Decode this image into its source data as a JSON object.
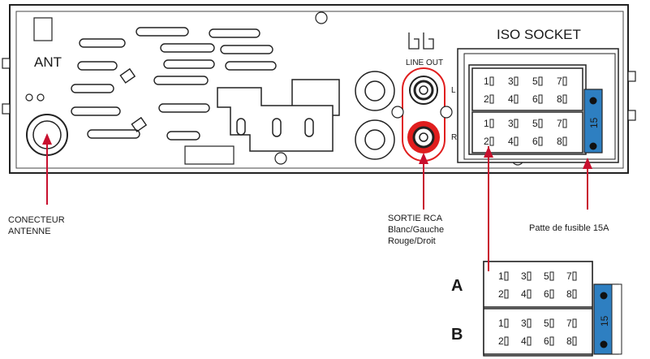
{
  "unit": {
    "ant_label": "ANT",
    "line_out_label": "LINE OUT",
    "l_label": "L",
    "r_label": "R",
    "iso_socket_label": "ISO SOCKET"
  },
  "connector": {
    "row1_pins": [
      "1",
      "3",
      "5",
      "7"
    ],
    "row2_pins": [
      "2",
      "4",
      "6",
      "8"
    ],
    "fuse_label": "15"
  },
  "callouts": {
    "antenna": {
      "line1": "CONECTEUR",
      "line2": "ANTENNE"
    },
    "rca": {
      "line1": "SORTIE RCA",
      "line2": "Blanc/Gauche",
      "line3": "Rouge/Droit"
    },
    "fuse": {
      "text": "Patte de fusible 15A"
    }
  },
  "detail": {
    "block_a_label": "A",
    "block_b_label": "B"
  },
  "colors": {
    "pointer_red": "#c8102e",
    "fuse_blue": "#2e7fc1",
    "rca_red": "#e01e1e"
  }
}
